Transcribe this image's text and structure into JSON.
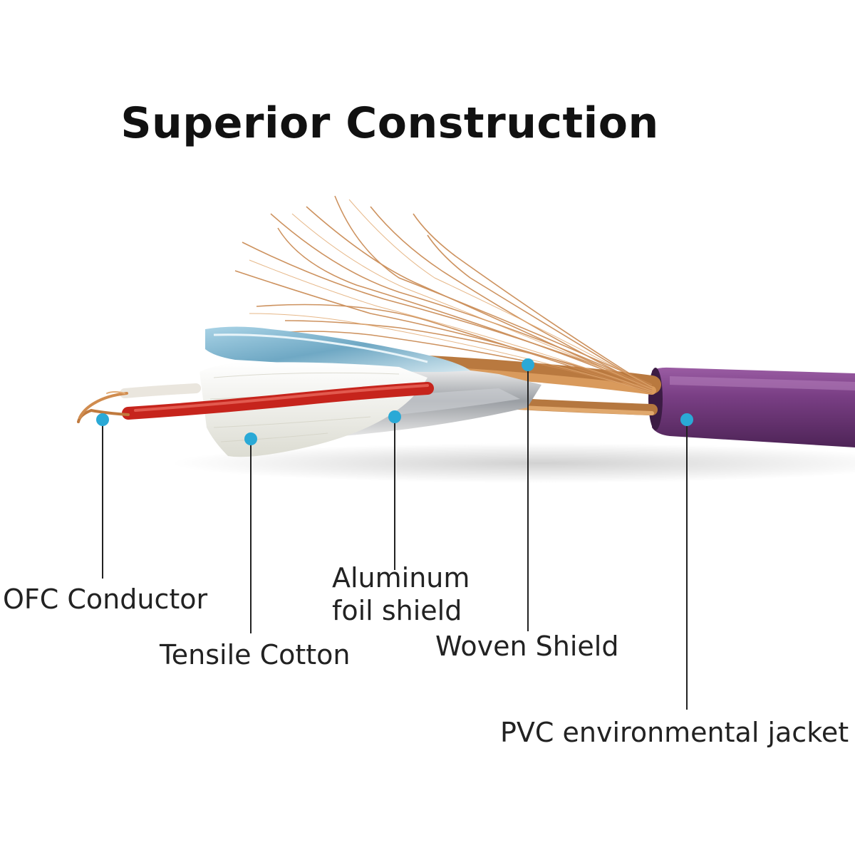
{
  "title": "Superior Construction",
  "colors": {
    "marker": "#2aa9d6",
    "jacket": "#6f3779",
    "copper": "#c8874e",
    "foil": "#8fc2d9",
    "cotton": "#ecebe2",
    "red_insulation": "#c6241c",
    "leader_line": "#222222"
  },
  "labels": {
    "ofc_conductor": "OFC Conductor",
    "tensile_cotton": "Tensile Cotton",
    "aluminum_foil_line1": "Aluminum",
    "aluminum_foil_line2": "foil shield",
    "woven_shield": "Woven Shield",
    "pvc_jacket": "PVC environmental jacket"
  }
}
